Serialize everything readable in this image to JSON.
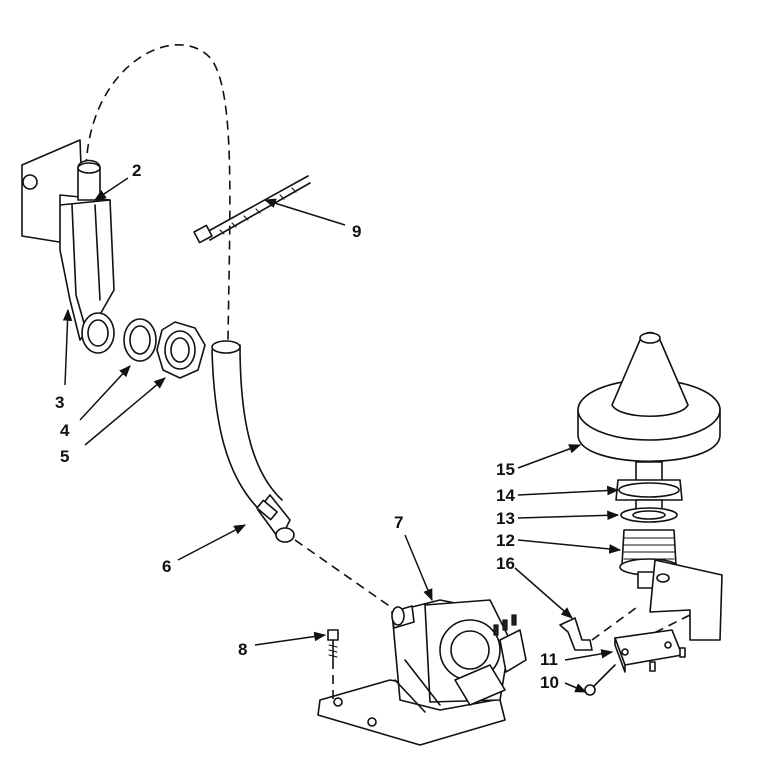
{
  "callouts": [
    {
      "id": "c2",
      "text": "2"
    },
    {
      "id": "c3",
      "text": "3"
    },
    {
      "id": "c4",
      "text": "4"
    },
    {
      "id": "c5",
      "text": "5"
    },
    {
      "id": "c6",
      "text": "6"
    },
    {
      "id": "c7",
      "text": "7"
    },
    {
      "id": "c8",
      "text": "8"
    },
    {
      "id": "c9",
      "text": "9"
    },
    {
      "id": "c10",
      "text": "10"
    },
    {
      "id": "c11",
      "text": "11"
    },
    {
      "id": "c12",
      "text": "12"
    },
    {
      "id": "c13",
      "text": "13"
    },
    {
      "id": "c14",
      "text": "14"
    },
    {
      "id": "c15",
      "text": "15"
    },
    {
      "id": "c16",
      "text": "16"
    }
  ]
}
